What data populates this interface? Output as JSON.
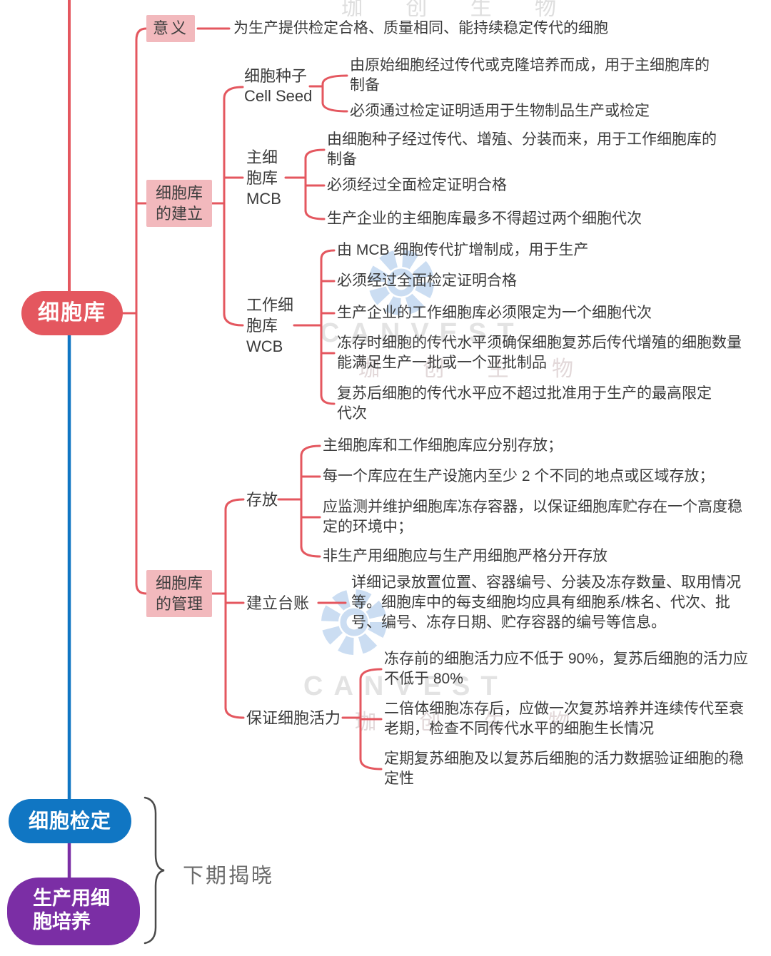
{
  "root": {
    "label": "细胞库"
  },
  "branch_meaning": {
    "label": "意义",
    "text": "为生产提供检定合格、质量相同、能持续稳定传代的细胞"
  },
  "branch_establish": {
    "label_lines": [
      "细胞库",
      "的建立"
    ],
    "groups": [
      {
        "name_lines": [
          "细胞种子",
          "Cell Seed"
        ],
        "items": [
          {
            "lines": [
              "由原始细胞经过传代或克隆培养而成，用于主细胞库的",
              "制备"
            ]
          },
          {
            "lines": [
              "必须通过检定证明适用于生物制品生产或检定"
            ]
          }
        ]
      },
      {
        "name_lines": [
          "主细",
          "胞库",
          "MCB"
        ],
        "items": [
          {
            "lines": [
              "由细胞种子经过传代、增殖、分装而来，用于工作细胞库的",
              "制备"
            ]
          },
          {
            "lines": [
              "必须经过全面检定证明合格"
            ]
          },
          {
            "lines": [
              "生产企业的主细胞库最多不得超过两个细胞代次"
            ]
          }
        ]
      },
      {
        "name_lines": [
          "工作细",
          "胞库",
          "WCB"
        ],
        "items": [
          {
            "lines": [
              "由 MCB 细胞传代扩增制成，用于生产"
            ]
          },
          {
            "lines": [
              "必须经过全面检定证明合格"
            ]
          },
          {
            "lines": [
              "生产企业的工作细胞库必须限定为一个细胞代次"
            ]
          },
          {
            "lines": [
              "冻存时细胞的传代水平须确保细胞复苏后传代增殖的细胞数量",
              "能满足生产一批或一个亚批制品"
            ]
          },
          {
            "lines": [
              "复苏后细胞的传代水平应不超过批准用于生产的最高限定",
              "代次"
            ]
          }
        ]
      }
    ]
  },
  "branch_manage": {
    "label_lines": [
      "细胞库",
      "的管理"
    ],
    "groups": [
      {
        "name_lines": [
          "存放"
        ],
        "items": [
          {
            "lines": [
              "主细胞库和工作细胞库应分别存放；"
            ]
          },
          {
            "lines": [
              "每一个库应在生产设施内至少 2 个不同的地点或区域存放；"
            ]
          },
          {
            "lines": [
              "应监测并维护细胞库冻存容器，以保证细胞库贮存在一个高度稳",
              "定的环境中；"
            ]
          },
          {
            "lines": [
              "非生产用细胞应与生产用细胞严格分开存放"
            ]
          }
        ]
      },
      {
        "name_lines": [
          "建立台账"
        ],
        "items": [
          {
            "lines": [
              "详细记录放置位置、容器编号、分装及冻存数量、取用情况",
              "等。细胞库中的每支细胞均应具有细胞系/株名、代次、批",
              "号、编号、冻存日期、贮存容器的编号等信息。"
            ]
          }
        ]
      },
      {
        "name_lines": [
          "保证细胞活力"
        ],
        "items": [
          {
            "lines": [
              "冻存前的细胞活力应不低于 90%，复苏后细胞的活力应",
              "不低于 80%"
            ]
          },
          {
            "lines": [
              "二倍体细胞冻存后，应做一次复苏培养并连续传代至衰",
              "老期，检查不同传代水平的细胞生长情况"
            ]
          },
          {
            "lines": [
              "定期复苏细胞及以复苏后细胞的活力数据验证细胞的稳",
              "定性"
            ]
          }
        ]
      }
    ]
  },
  "future_topics": {
    "node_test": "细胞检定",
    "node_culture_lines": [
      "生产用细",
      "胞培养"
    ],
    "note": "下期揭晓"
  },
  "watermark": {
    "brand": "CANVEST",
    "company": "珈 创 生 物"
  },
  "colors": {
    "red": "#E4575F",
    "pink": "#F2B9BD",
    "blue": "#1076C3",
    "purple": "#7B2EA5"
  }
}
